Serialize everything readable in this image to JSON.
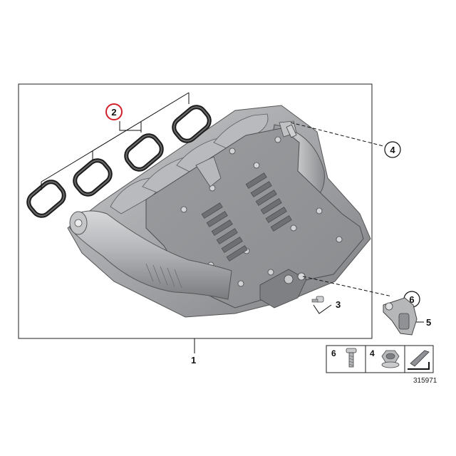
{
  "diagram": {
    "main_part_label": "1",
    "callouts": {
      "gasket": "2",
      "sensor_screw": "3",
      "nut_top": "4",
      "sensor": "5",
      "screw_right": "6"
    },
    "legend": [
      {
        "num": "6",
        "icon": "screw-icon"
      },
      {
        "num": "4",
        "icon": "nut-icon"
      },
      {
        "num": "",
        "icon": "shim-icon"
      }
    ],
    "reference_number": "315971",
    "colors": {
      "highlight_circle": "#d0202a",
      "part_fill": "#a9abae",
      "line": "#111111"
    }
  }
}
